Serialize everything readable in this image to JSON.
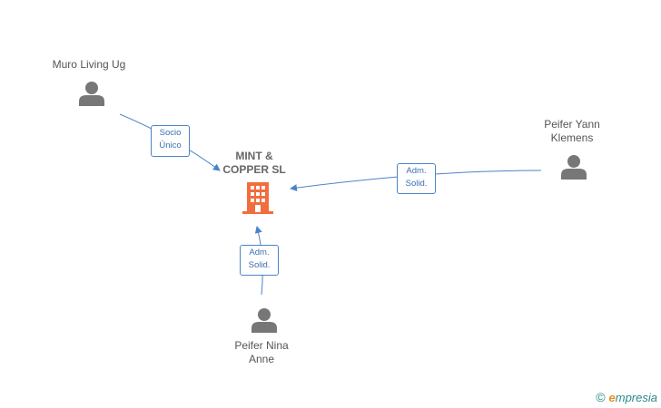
{
  "company": {
    "name_line1": "MINT &",
    "name_line2": "COPPER  SL",
    "color": "#f26d3d"
  },
  "people": [
    {
      "id": "muro",
      "name_line1": "Muro Living Ug",
      "name_line2": ""
    },
    {
      "id": "yann",
      "name_line1": "Peifer Yann",
      "name_line2": "Klemens"
    },
    {
      "id": "nina",
      "name_line1": "Peifer Nina",
      "name_line2": "Anne"
    }
  ],
  "relations": [
    {
      "from": "muro",
      "line1": "Socio",
      "line2": "Único"
    },
    {
      "from": "yann",
      "line1": "Adm.",
      "line2": "Solid."
    },
    {
      "from": "nina",
      "line1": "Adm.",
      "line2": "Solid."
    }
  ],
  "edge_color": "#4a84c8",
  "icon_color": "#777777",
  "brand": {
    "copyright": "©",
    "initial": "e",
    "rest": "mpresia"
  }
}
